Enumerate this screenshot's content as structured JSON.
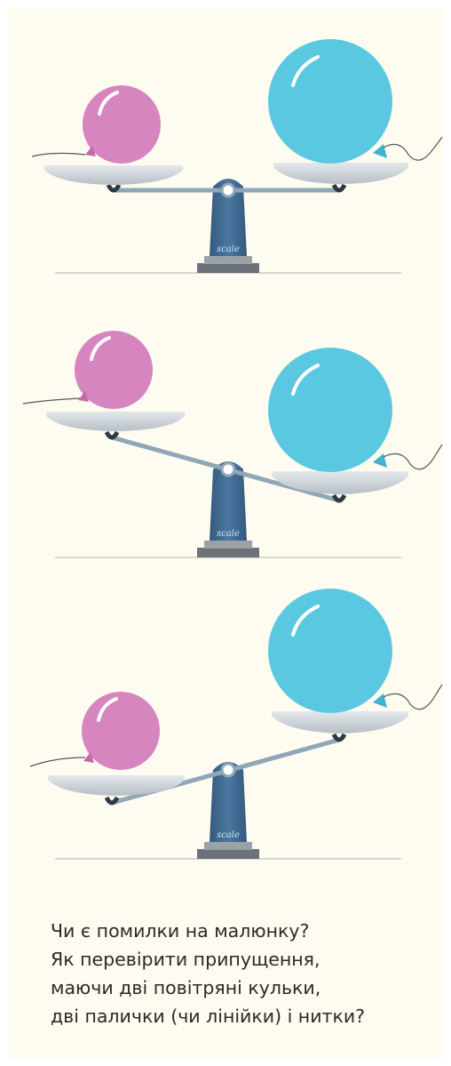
{
  "colors": {
    "background": "#fefbf0",
    "small_balloon": "#d685bf",
    "large_balloon": "#5ac8e0",
    "beam": "#8fa7b6",
    "pan": "#c9d0d5",
    "stand": "#3f6a93",
    "base": "#6b7279",
    "ground": "#d9d7cf"
  },
  "scales": [
    {
      "id": "top",
      "stand_label": "scale",
      "beam_tilt": "level",
      "left_pan": {
        "balloon": "small"
      },
      "right_pan": {
        "balloon": "large"
      }
    },
    {
      "id": "middle",
      "stand_label": "scale",
      "beam_tilt": "right-down",
      "left_pan": {
        "balloon": "small"
      },
      "right_pan": {
        "balloon": "large"
      }
    },
    {
      "id": "bottom",
      "stand_label": "scale",
      "beam_tilt": "left-down",
      "left_pan": {
        "balloon": "small"
      },
      "right_pan": {
        "balloon": "large"
      }
    }
  ],
  "question": {
    "lines": [
      "Чи є помилки на малюнку?",
      "Як перевірити припущення,",
      "маючи дві повітряні кульки,",
      "дві палички (чи лінійки) і нитки?"
    ]
  }
}
